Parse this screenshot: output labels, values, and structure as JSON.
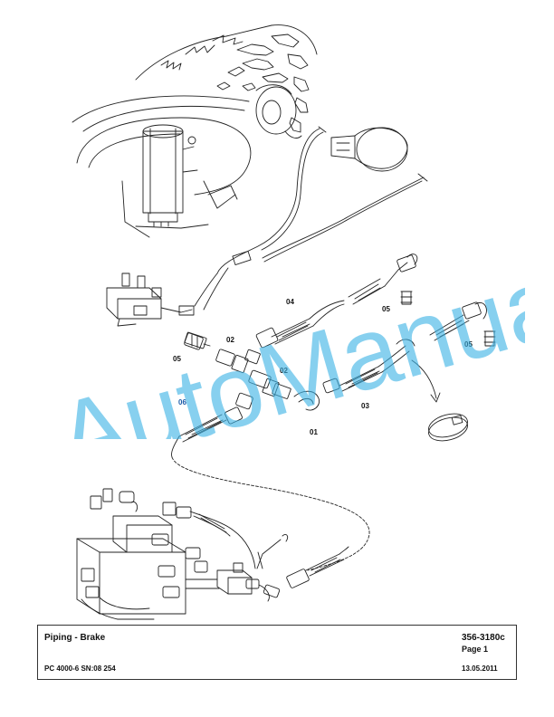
{
  "diagram": {
    "callouts": [
      "04",
      "05",
      "05",
      "05",
      "02",
      "02",
      "06",
      "01",
      "03"
    ]
  },
  "watermark": "AutoManual",
  "title_block": {
    "title": "Piping - Brake",
    "doc_number": "356-3180c",
    "page": "Page 1",
    "model": "PC 4000-6 SN:08 254",
    "date": "13.05.2011"
  }
}
